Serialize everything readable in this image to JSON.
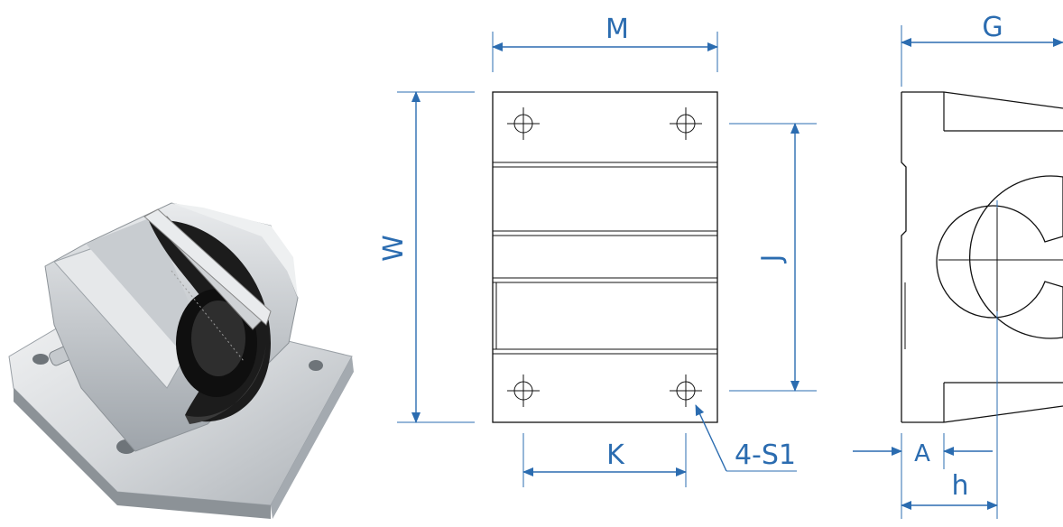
{
  "colors": {
    "dimension": "#2b6cb0",
    "outline": "#111111",
    "photo_metal": "#d9dcdf",
    "photo_dark": "#1a1a1a"
  },
  "labels": {
    "M": "M",
    "W": "W",
    "J": "J",
    "K": "K",
    "S1": "4-S1",
    "G": "G",
    "A": "A",
    "h": "h"
  }
}
